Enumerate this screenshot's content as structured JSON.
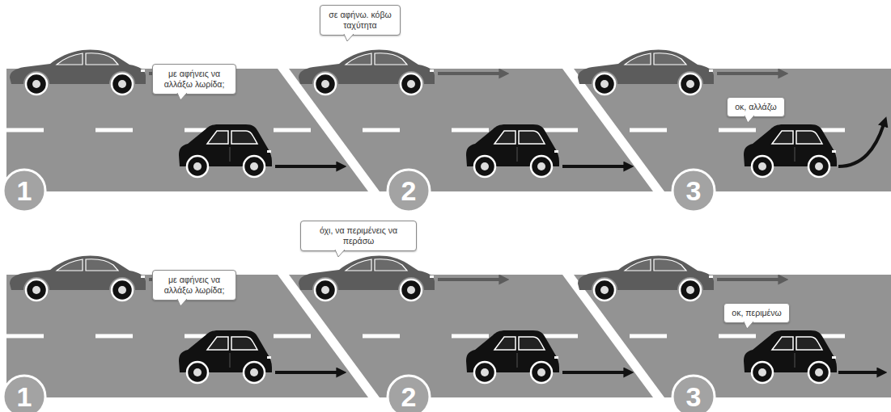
{
  "diagram": {
    "nodes": [
      {
        "text": [
          "με αφήνεις να αλλάξω λωρίδα;"
        ]
      },
      {
        "text": [
          "1"
        ]
      },
      {
        "text": [
          "σε αφήνω. κόβω ταχύτητα"
        ]
      },
      {
        "text": [
          "2"
        ]
      },
      {
        "text": [
          "οκ, αλλάζω"
        ]
      },
      {
        "text": [
          "3"
        ]
      },
      {
        "text": [
          "με αφήνεις να αλλάξω λωρίδα;"
        ]
      },
      {
        "text": [
          "1"
        ]
      },
      {
        "text": [
          "όχι, να περιμένεις να περάσω"
        ]
      },
      {
        "text": [
          "2"
        ]
      },
      {
        "text": [
          "οκ, περιμένω"
        ]
      },
      {
        "text": [
          "3"
        ]
      }
    ]
  }
}
